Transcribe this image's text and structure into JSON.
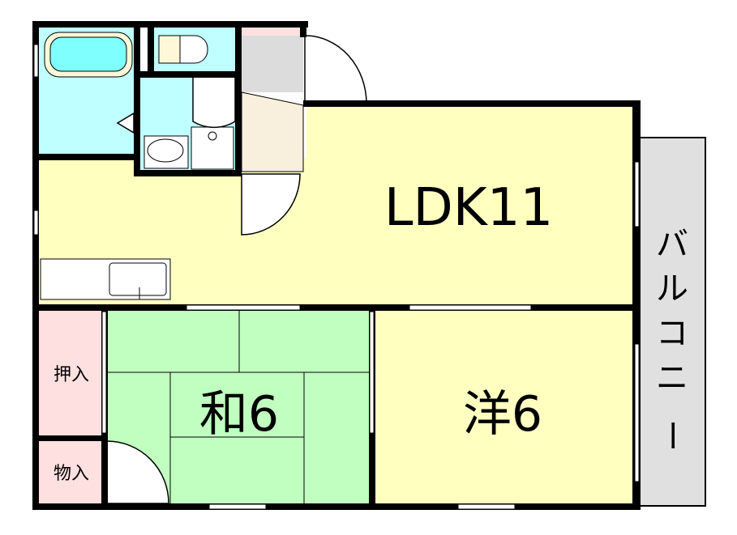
{
  "rooms": {
    "ldk": "LDK11",
    "washitsu": "和6",
    "youshitsu": "洋6",
    "oshiire": "押入",
    "monoire": "物入",
    "balcony": [
      "バ",
      "ル",
      "コ",
      "ニ",
      "ー"
    ]
  },
  "colors": {
    "wet_area": "#c0ffff",
    "ldk": "#ffffc0",
    "tatami": "#c0ffc0",
    "closet": "#ffe0e0",
    "entry_floor": "#f8f0dc",
    "entry_tile": "#dcdcdc",
    "balcony": "#e0e0e0",
    "wall": "#000000"
  }
}
